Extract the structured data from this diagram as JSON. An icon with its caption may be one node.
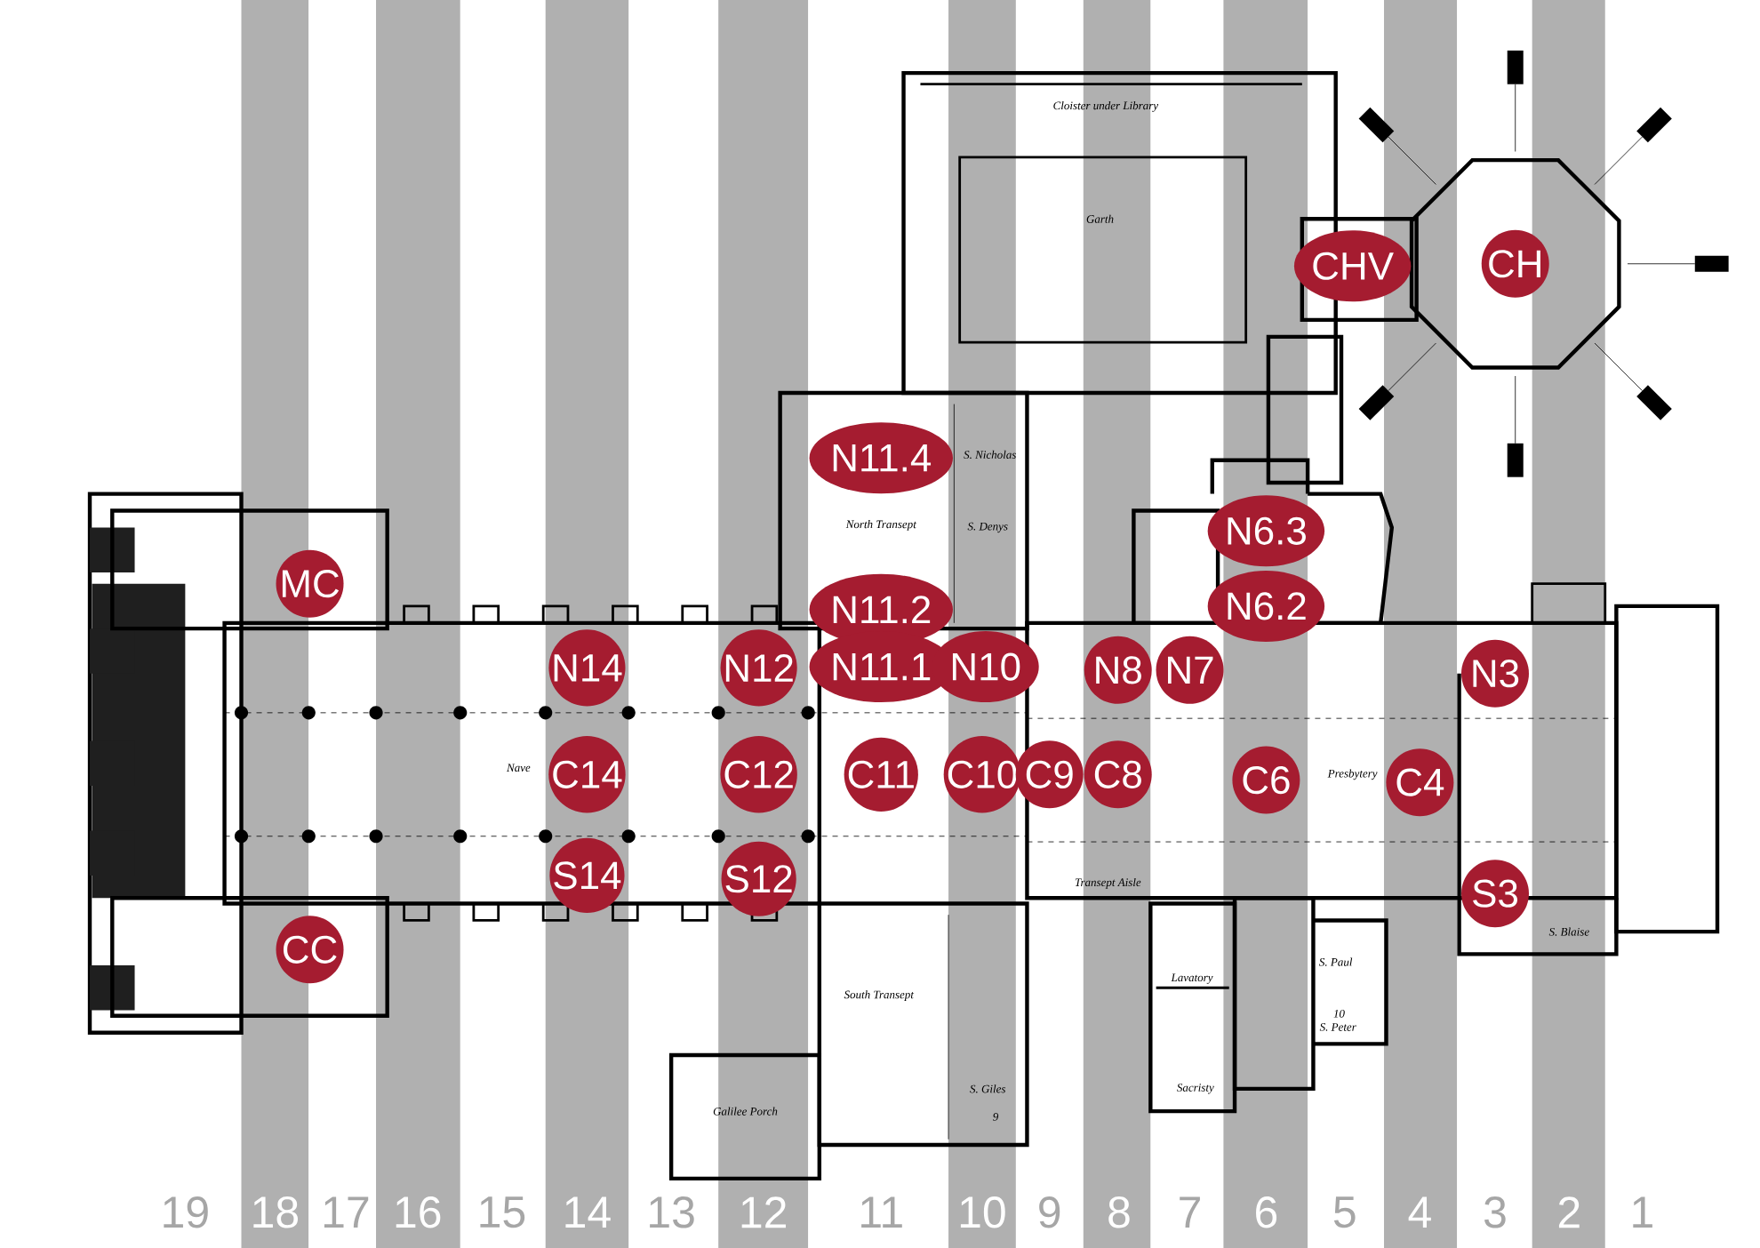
{
  "diagram": {
    "nodes": [
      {
        "text": [
          "CHV"
        ]
      },
      {
        "text": [
          "CH"
        ]
      },
      {
        "text": [
          "N11.4"
        ]
      },
      {
        "text": [
          "N6.3"
        ]
      },
      {
        "text": [
          "MC"
        ]
      },
      {
        "text": [
          "N6.2"
        ]
      },
      {
        "text": [
          "N11.2"
        ]
      },
      {
        "text": [
          "N14"
        ]
      },
      {
        "text": [
          "N12"
        ]
      },
      {
        "text": [
          "N11.1"
        ]
      },
      {
        "text": [
          "N10"
        ]
      },
      {
        "text": [
          "N8"
        ]
      },
      {
        "text": [
          "N7"
        ]
      },
      {
        "text": [
          "N3"
        ]
      },
      {
        "text": [
          "C14"
        ]
      },
      {
        "text": [
          "C12"
        ]
      },
      {
        "text": [
          "C11"
        ]
      },
      {
        "text": [
          "C10"
        ]
      },
      {
        "text": [
          "C9"
        ]
      },
      {
        "text": [
          "C8"
        ]
      },
      {
        "text": [
          "C6"
        ]
      },
      {
        "text": [
          "C4"
        ]
      },
      {
        "text": [
          "S14"
        ]
      },
      {
        "text": [
          "S12"
        ]
      },
      {
        "text": [
          "S3"
        ]
      },
      {
        "text": [
          "CC"
        ]
      }
    ],
    "labels": [
      "Cloister under Library",
      "Garth",
      "S. Nicholas",
      "North Transept",
      "S. Denys",
      "Nave",
      "Presbytery",
      "Transept Aisle",
      "S. Paul",
      "Lavatory",
      "S. Blaise",
      "South Transept",
      "S. Peter",
      "S. Giles",
      "Sacristy",
      "Galilee Porch",
      "10",
      "9",
      "19",
      "18",
      "17",
      "16",
      "15",
      "14",
      "13",
      "12",
      "11",
      "10",
      "9",
      "8",
      "7",
      "6",
      "5",
      "4",
      "3",
      "2",
      "1"
    ]
  }
}
